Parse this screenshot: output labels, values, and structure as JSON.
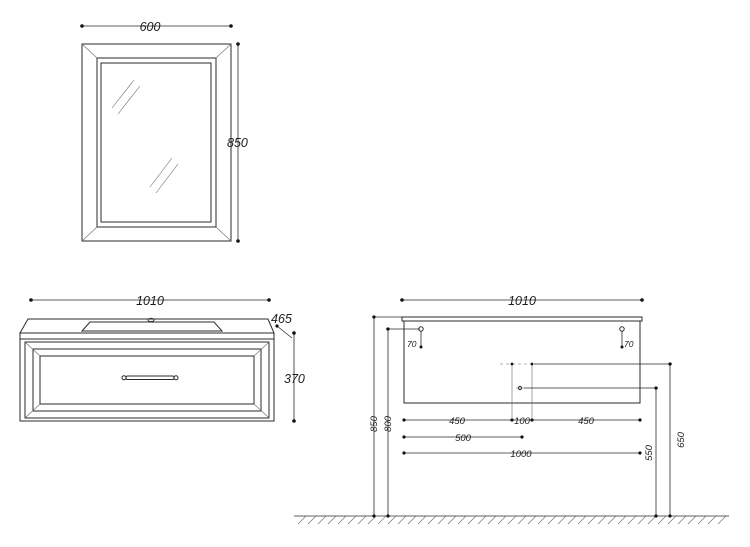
{
  "mirror": {
    "width_label": "600",
    "height_label": "850"
  },
  "cabinet_front": {
    "width_label": "1010",
    "depth_label": "465",
    "height_label": "370"
  },
  "wall_view": {
    "width_label": "1010",
    "hole_left_label": "70",
    "hole_right_label": "70",
    "left_450_label": "450",
    "center_100_label": "100",
    "right_450_label": "450",
    "offset_500_label": "500",
    "span_1000_label": "1000",
    "height_850_label": "850",
    "height_800_label": "800",
    "height_550_label": "550",
    "height_650_label": "650"
  }
}
